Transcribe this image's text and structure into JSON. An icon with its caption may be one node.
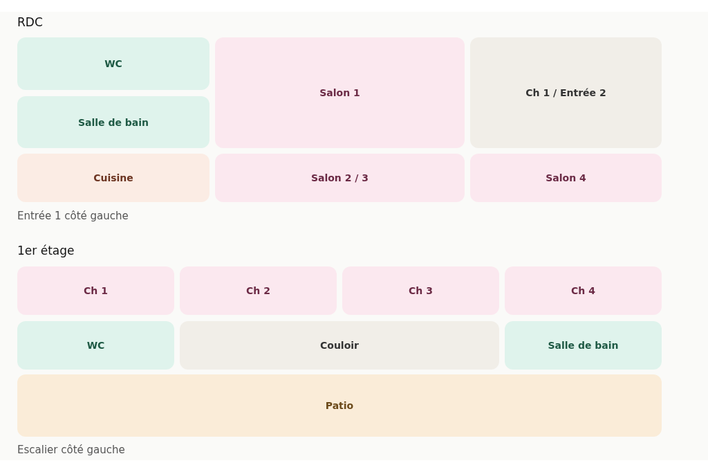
{
  "diagram": {
    "nodes": [
      {
        "text": [
          "WC"
        ]
      },
      {
        "text": [
          "Salle de bain"
        ]
      },
      {
        "text": [
          "Salon 1"
        ]
      },
      {
        "text": [
          "Ch 1 / Entrée 2"
        ]
      },
      {
        "text": [
          "Cuisine"
        ]
      },
      {
        "text": [
          "Salon 2 / 3"
        ]
      },
      {
        "text": [
          "Salon 4"
        ]
      },
      {
        "text": [
          "Ch 1"
        ]
      },
      {
        "text": [
          "Ch 2"
        ]
      },
      {
        "text": [
          "Ch 3"
        ]
      },
      {
        "text": [
          "Ch 4"
        ]
      },
      {
        "text": [
          "WC"
        ]
      },
      {
        "text": [
          "Couloir"
        ]
      },
      {
        "text": [
          "Salle de bain"
        ]
      },
      {
        "text": [
          "Patio"
        ]
      }
    ],
    "labels": [
      "RDC",
      "Entrée 1 côté gauche",
      "1er étage",
      "Escalier côté gauche"
    ]
  }
}
